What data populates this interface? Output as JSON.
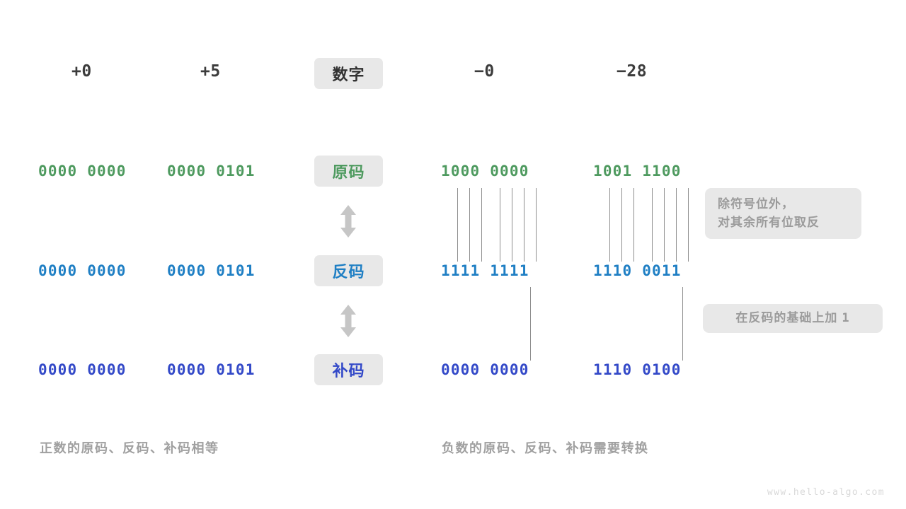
{
  "diagram": {
    "columns": [
      {
        "key": "pos_zero",
        "header": "+0"
      },
      {
        "key": "pos_five",
        "header": "+5"
      },
      {
        "key": "neg_zero",
        "header": "−0"
      },
      {
        "key": "neg_28",
        "header": "−28"
      }
    ],
    "row_labels": {
      "number": "数字",
      "sign_magnitude": "原码",
      "ones_complement": "反码",
      "twos_complement": "补码"
    },
    "rows": {
      "sign_magnitude": {
        "pos_zero": "0000 0000",
        "pos_five": "0000 0101",
        "neg_zero": "1000 0000",
        "neg_28": "1001 1100"
      },
      "ones_complement": {
        "pos_zero": "0000 0000",
        "pos_five": "0000 0101",
        "neg_zero": "1111 1111",
        "neg_28": "1110 0011"
      },
      "twos_complement": {
        "pos_zero": "0000 0000",
        "pos_five": "0000 0101",
        "neg_zero": "0000 0000",
        "neg_28": "1110 0100"
      }
    },
    "notes": {
      "invert": {
        "line1": "除符号位外，",
        "line2": "对其余所有位取反"
      },
      "add_one": {
        "text": "在反码的基础上加",
        "value": "1"
      }
    },
    "captions": {
      "left": "正数的原码、反码、补码相等",
      "right": "负数的原码、反码、补码需要转换"
    },
    "arrows": {
      "sign_to_ones": "double-arrow-vertical",
      "ones_to_twos": "double-arrow-vertical"
    },
    "watermark": "www.hello-algo.com",
    "colors": {
      "sign_magnitude": "#4e9a5f",
      "ones_complement": "#1f7fc4",
      "twos_complement": "#3349c8",
      "badge_bg": "#e8e8e8",
      "note_text": "#9b9b9b",
      "caption": "#a0a0a0",
      "connector": "#8e8e8e",
      "arrow": "#c6c6c6"
    }
  }
}
